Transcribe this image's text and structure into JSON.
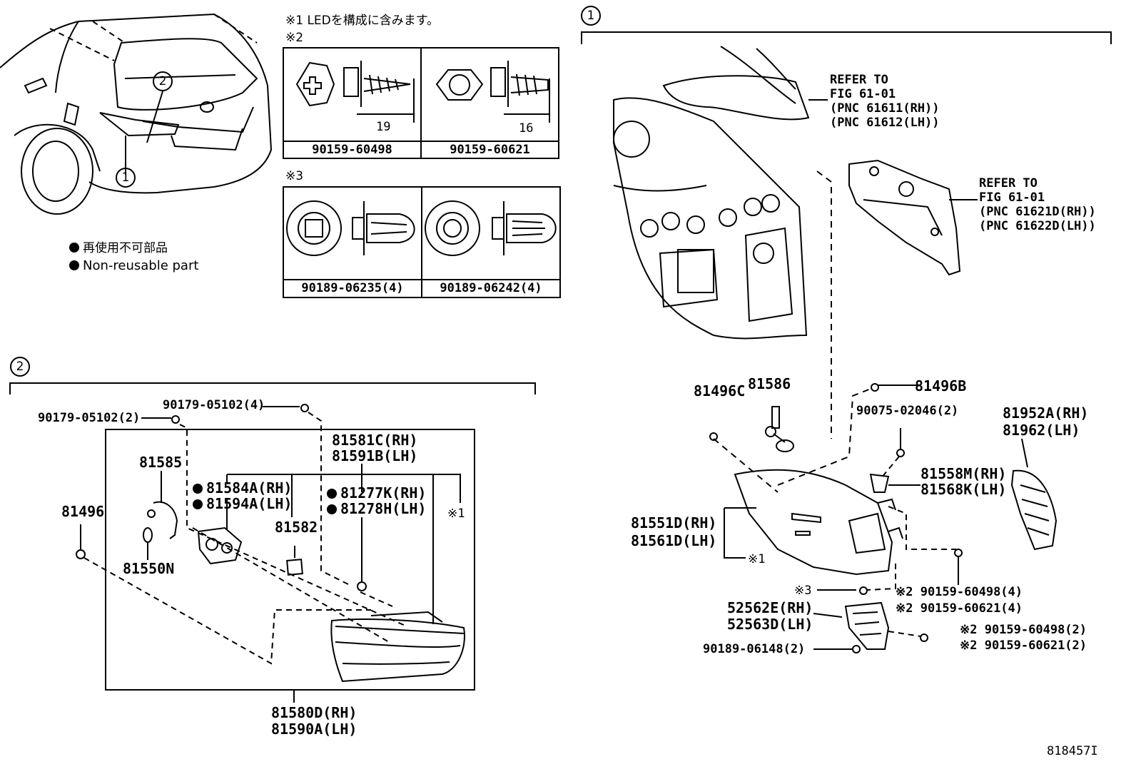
{
  "header_note": "※1 LEDを構成に含みます。",
  "mark2": "※2",
  "mark3": "※3",
  "legend": {
    "jp": "再使用不可部品",
    "en": "Non-reusable part"
  },
  "callouts": {
    "one": "1",
    "two": "2"
  },
  "fasteners": {
    "screw1_dim": "19",
    "screw1_part": "90159-60498",
    "screw2_dim": "16",
    "screw2_part": "90159-60621",
    "clip1_part": "90189-06235(4)",
    "clip2_part": "90189-06242(4)"
  },
  "section1": {
    "refer1": [
      "REFER TO",
      "FIG 61-01",
      "(PNC 61611(RH))",
      "(PNC 61612(LH))"
    ],
    "refer2": [
      "REFER TO",
      "FIG 61-01",
      "(PNC 61621D(RH))",
      "(PNC 61622D(LH))"
    ],
    "p81496C": "81496C",
    "p81586": "81586",
    "p81496B": "81496B",
    "p90075": "90075-02046(2)",
    "p81952A": "81952A(RH)",
    "p81962": "81962(LH)",
    "p81558M": "81558M(RH)",
    "p81568K": "81568K(LH)",
    "p81551D": "81551D(RH)",
    "p81561D": "81561D(LH)",
    "mark1": "※1",
    "mark3b": "※3",
    "f1": "※2 90159-60498(4)",
    "f2": "※2 90159-60621(4)",
    "p52562E": "52562E(RH)",
    "p52563D": "52563D(LH)",
    "f3": "※2 90159-60498(2)",
    "f4": "※2 90159-60621(2)",
    "p90189": "90189-06148(2)"
  },
  "section2": {
    "p90179a": "90179-05102(4)",
    "p90179b": "90179-05102(2)",
    "p81581C": "81581C(RH)",
    "p81591B": "81591B(LH)",
    "p81585": "81585",
    "p81584A": "81584A(RH)",
    "p81594A": "81594A(LH)",
    "p81277K": "81277K(RH)",
    "p81278H": "81278H(LH)",
    "p81582": "81582",
    "mark1": "※1",
    "p81496": "81496",
    "p81550N": "81550N",
    "p81580D": "81580D(RH)",
    "p81590A": "81590A(LH)"
  },
  "figure_id": "818457I"
}
